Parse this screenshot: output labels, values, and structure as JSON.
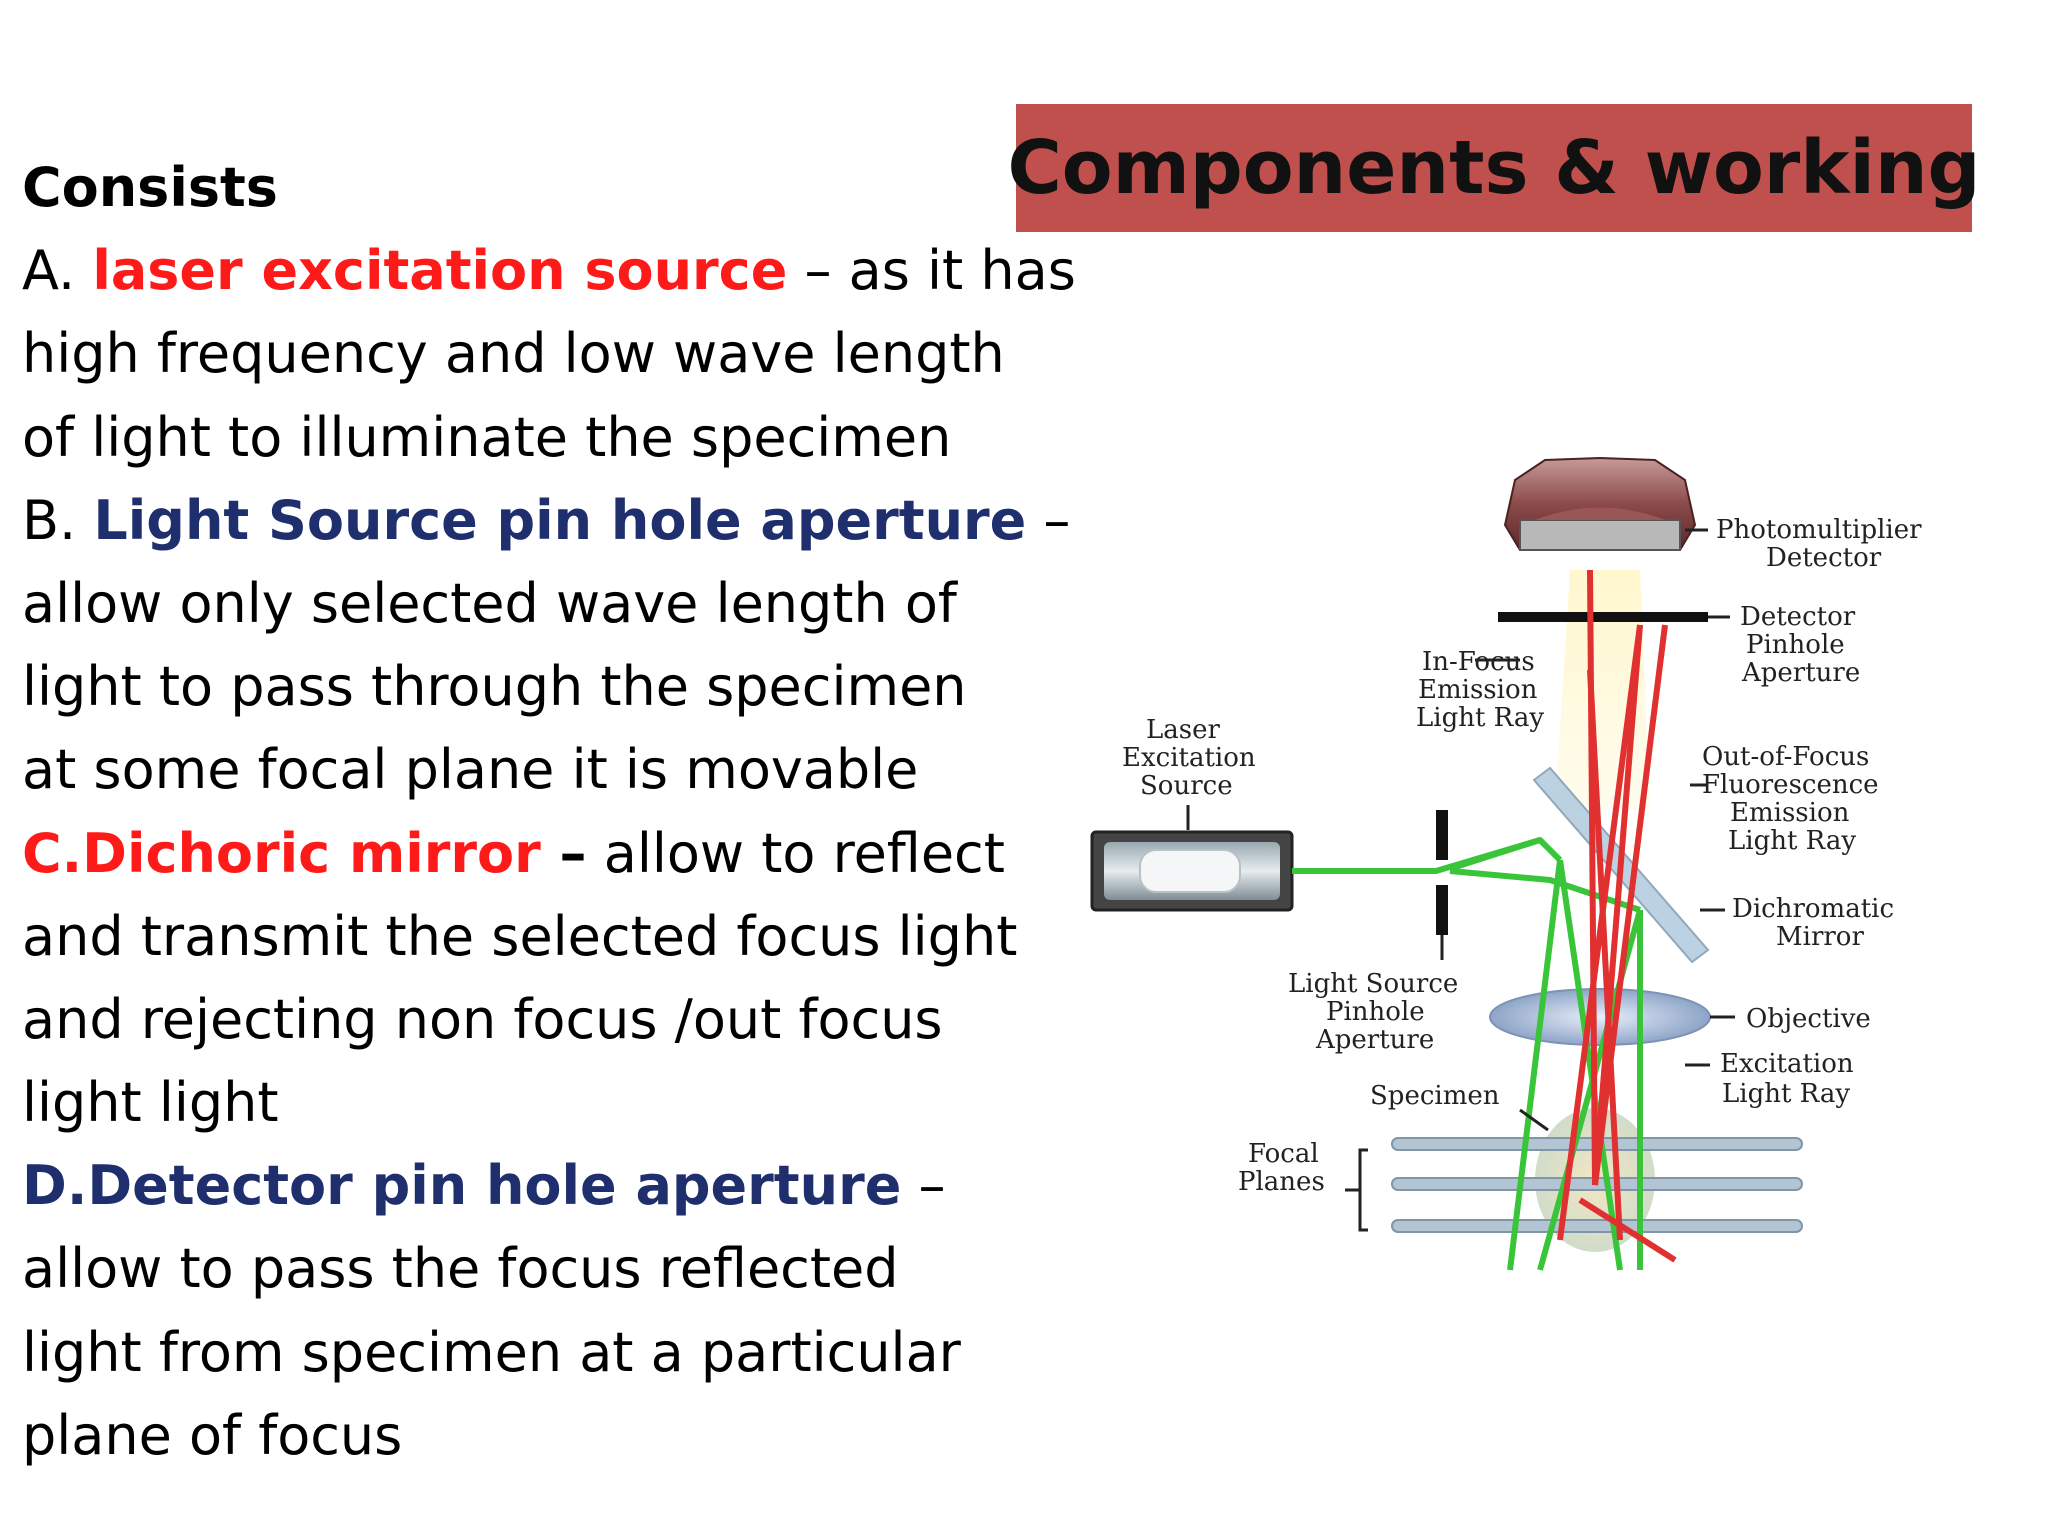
{
  "title": "Components & working",
  "body": {
    "heading": "Consists",
    "a_prefix": "A. ",
    "a_term": "laser excitation source",
    "a_rest": " – as it has",
    "a_line2": "high frequency and low wave length",
    "a_line3": "of light  to illuminate the specimen",
    "b_prefix": "B. ",
    "b_term": "Light Source pin hole aperture",
    "b_rest": " –",
    "b_line2": "allow only selected wave length of",
    "b_line3": "light to pass through the specimen",
    "b_line4": "at some focal plane it is movable",
    "c_term": "C.Dichoric mirror",
    "c_dash": " –",
    "c_rest": " allow to reflect",
    "c_line2": "and transmit the selected focus light",
    "c_line3": "and rejecting non focus /out focus",
    "c_line4": "light  light",
    "d_term": " D.Detector pin hole aperture",
    "d_rest": " –",
    "d_line2": "allow to pass the focus reflected",
    "d_line3": "light from specimen at a particular",
    "d_line4": "plane of focus"
  },
  "diagram": {
    "labels": {
      "photomultiplier_1": "Photomultiplier",
      "photomultiplier_2": "Detector",
      "detector_pinhole_1": "Detector",
      "detector_pinhole_2": "Pinhole",
      "detector_pinhole_3": "Aperture",
      "in_focus_1": "In-Focus",
      "in_focus_2": "Emission",
      "in_focus_3": "Light Ray",
      "laser_1": "Laser",
      "laser_2": "Excitation",
      "laser_3": "Source",
      "out_focus_1": "Out-of-Focus",
      "out_focus_2": "Fluorescence",
      "out_focus_3": "Emission",
      "out_focus_4": "Light Ray",
      "dichromatic_1": "Dichromatic",
      "dichromatic_2": "Mirror",
      "ls_pinhole_1": "Light Source",
      "ls_pinhole_2": "Pinhole",
      "ls_pinhole_3": "Aperture",
      "objective": "Objective",
      "excitation_1": "Excitation",
      "excitation_2": "Light Ray",
      "specimen": "Specimen",
      "focal_1": "Focal",
      "focal_2": "Planes"
    },
    "colors": {
      "title_bg": "#c0504d",
      "red_term": "#ff1a1a",
      "navy_term": "#1f2f6e",
      "emission_ray": "#e03030",
      "excitation_ray": "#39c439"
    }
  }
}
